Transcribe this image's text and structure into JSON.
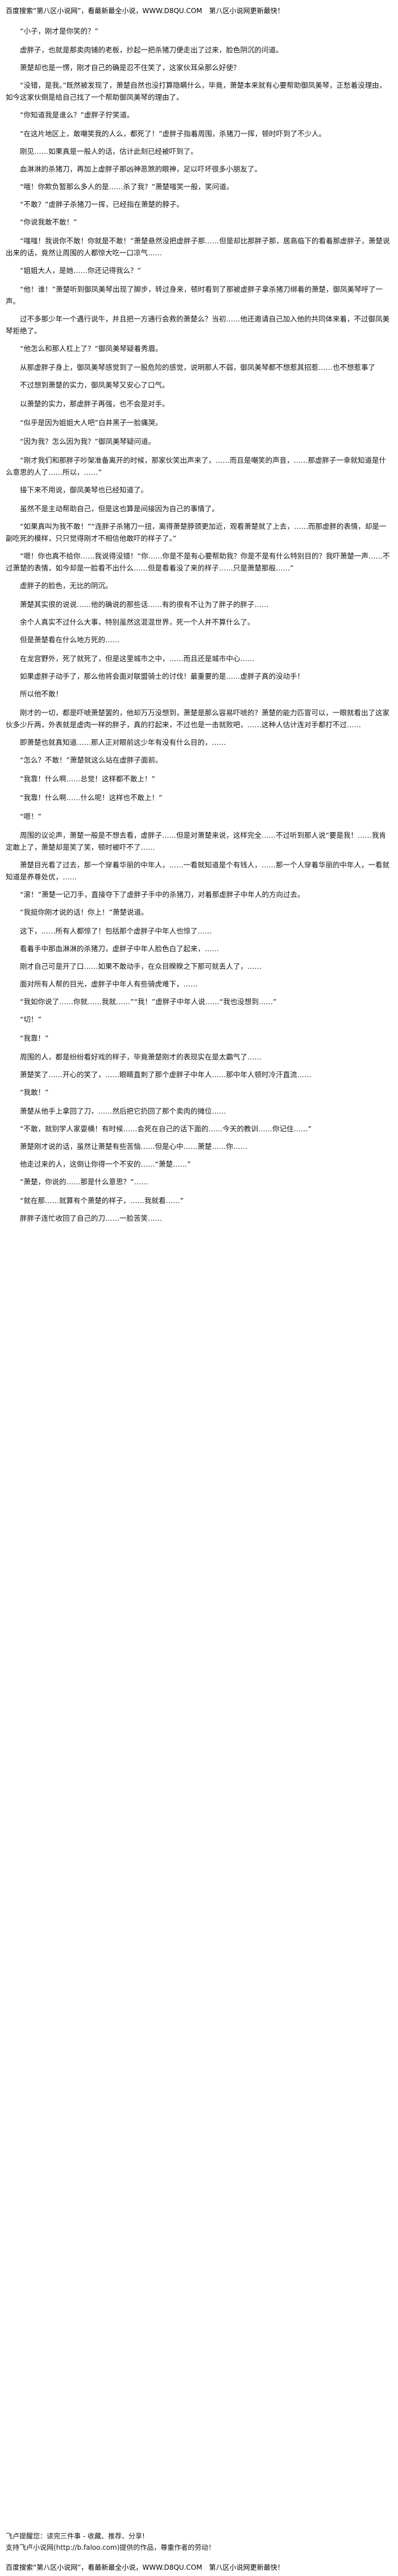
{
  "banner": {
    "top": "百度搜索“第八区小说网”，看最新最全小说，WWW.D8QU.COM　第八区小说网更新最快！",
    "bottom": "百度搜索“第八区小说网”，看最新最全小说，WWW.D8QU.COM　第八区小说网更新最快！"
  },
  "paragraphs": [
    "“小子，刚才是你笑的？”",
    "虚胖子，也就是那卖肉铺的老板，抄起一把杀猪刀便走出了过来，脸色阴沉的问道。",
    "萧楚却也是一愣，刚才自己的确是忍不住笑了，这家伙耳朵那么好使？",
    "“没错，是我。”既然被发现了，萧楚自然也没打算隐瞒什么，毕竟，萧楚本来就有心要帮助御凤美琴，正愁着没理由，如今这家伙倒是给自己找了一个帮助御凤美琴的理由了。",
    "“你知道我是谁么？”虚胖子狞笑道。",
    "“在这片地区上，敢嘲笑我的人么，都死了！”虚胖子指着周围，杀猪刀一挥，顿时吓到了不少人。",
    "刚见……如果真是一般人的话，估计此刻已经被吓到了。",
    "血淋淋的杀猪刀，再加上虚胖子那凶神恶煞的眼神，足以吓坏很多小朋友了。",
    "“哦！你欺负暂那么多人的是……杀了我？”萧楚嗤笑一般，笑问道。",
    "“不敢？”虚胖子杀猪刀一挥，已经指在萧楚的脖子。",
    "“你说我敢不敢！”",
    "“嗤嗤！我说你不敢！你就是不敢！”萧楚悬然没把虚胖子那……但是却比那胖子那，居高临下的看着那虚胖子，萧楚说出来的话，竟然让周围的人都惊大吃一口凉气……",
    "“姐姐大人，是她……你还记得我么？”",
    "“他！谁！”萧楚听到御凤美琴出现了脚步，转过身来，顿时看到了那被虚胖子拿杀猪刀绑着的萧楚，御凤美琴呼了一声。",
    "过不多那少年一个遇行说牛，并且把一方通行会救的萧楚么？当初……他还邀请自己加入他的共同体来着，不过御凤美琴拒绝了。",
    "“他怎么和那人杠上了？”御凤美琴疑着秀眉。",
    "从那虚胖子身上，御凤美琴感觉到了一股危险的感觉，说明那人不弱，御凤美琴都不想惹其招惹……也不想惹事了",
    "不过想到萧楚的实力，御凤美琴又安心了口气。",
    "以萧楚的实力，那虚胖子再强，也不会是对手。",
    "“似乎是因为姐姐大人吧”白井黑子一脸痛哭。",
    "“因为我？怎么因为我？”御凤美琴疑问道。",
    "“刚才我们和那胖子吵架准备离开的时候，那家伙笑出声来了，……而且是嘲笑的声音，……那虚胖子一幸就知道是什么意思的人了……所以，……”",
    "接下来不用说，御凤美琴也已经知道了。",
    "虽然不是主动帮助自己，但是这也算是间接因为自己的事情了。",
    "“如果真叫为我不敢！”“连胖子杀猪刀一扭，离得萧楚脖颈更加近，观看萧楚就了上去，……而那虚胖的表情，却是一副吃死的模样，只只觉得刚才不相信他敢吓的样子了。”",
    "“嗯！你也真不给你……我说得没错！“你……你是不是有心要帮助我？你是不是有什么特别目的？我吓萧楚一声……不过萧楚的表情，如今却是一脸看不出什么……但是看着没了来的样子……只是萧楚那般……”",
    "虚胖子的脸色，无比的阴沉。",
    "萧楚其实很的说说……他的确说的那些话……有的很有不让为了胖子的胖子……",
    "余个人真实不过什么大事，特别虽然这混混世界，死一个人并不算什么了。",
    "但是萧楚看在什么地方死的……",
    "在龙宫野外，死了就死了，但是这里城市之中，……而且还是城市中心……",
    "如果虚胖子动手了，那么他将会面对联盟骑士的讨伐！最重要的是……虚胖子真的没动手！",
    "所以他不敢！",
    "刚才的一切，都是吓唬萧楚罢的，他却万万没想到，萧楚是那么容易吓唬的？萧楚的能力匹冒可以，一眼就看出了这家伙多少斤两，外表就是虚肉一样的胖子，真的打起来，不过也是一击就败吧，……这种人估计连对手都打不过……",
    "即萧楚也就真知道……那人正对眼前这少年有没有什么目的，……",
    "“怎么？不敢！”萧楚就这么站在虚胖子面前。",
    "“我靠！什么啊……总觉！这样都不敢上！”",
    "“我靠！什么啊……什么呢！这样也不敢上！”",
    "“嗯！”",
    "周围的议论声，萧楚一般是不想去看，虚胖子……但是对萧楚来说，这样完全……不过听到那人说“要是我！……我肯定敢上了，萧楚却是笑了笑，顿时被吓不了……",
    "萧楚目光看了过去，那一个穿着华丽的中年人，……一看就知道是个有钱人，……那一个人穿着华丽的中年人，一看就知道是养尊处优，……",
    "“滚！”萧楚一记刀手，直接夺下了虚胖子手中的杀猪刀，对着那虚胖子中年人的方向过去。",
    "“我挺你刚才说的话！你上！”萧楚说道。",
    "这下，……所有人都惊了！包括那个虚胖子中年人也惊了……",
    "看着手中那血淋淋的杀猪刀，虚胖子中年人脸色白了起来，……",
    "刚才自己可是开了口……如果不敢动手，在众目睽睽之下那可就丢人了，……",
    "面对所有人帮的目光，虚胖子中年人有些骑虎难下，……",
    "“我如你说了……你就……我就……”“我！”虚胖子中年人说……“我也没想到……”",
    "“切！”",
    "“我靠！”",
    "周围的人，都是纷纷看好戏的样子，毕竟萧楚刚才的表现实在是太霸气了……",
    "萧楚笑了……开心的笑了，……眼睛直刺了那个虚胖子中年人……那中年人顿时冷汗直流……",
    "“我敢！”",
    "萧楚从他手上拿回了刀，……然后把它扔回了那个卖肉的摊位……",
    "“不敢，就别学人家耍横！有时候……会死在自己的话下面的……今天的教训……你记住……”",
    "萧楚刚才说的话，虽然让萧楚有些苦恼……但是心中……萧楚……你……",
    "他走过来的人，这倒让你得一个不安的……“萧楚……”",
    "“萧楚，你说的……那是什么意思？”……",
    "“就在那……就算有个萧楚的样子，……我就看……”",
    "胖胖子连忙收回了自己的刀……一脸苦笑……"
  ],
  "footer": {
    "line1": "飞卢提醒您：读完三件事 - 收藏、推荐、分享!",
    "line2": "支持飞卢小说网(http://b.faloo.com)提供的作品，尊重作者的劳动！"
  }
}
